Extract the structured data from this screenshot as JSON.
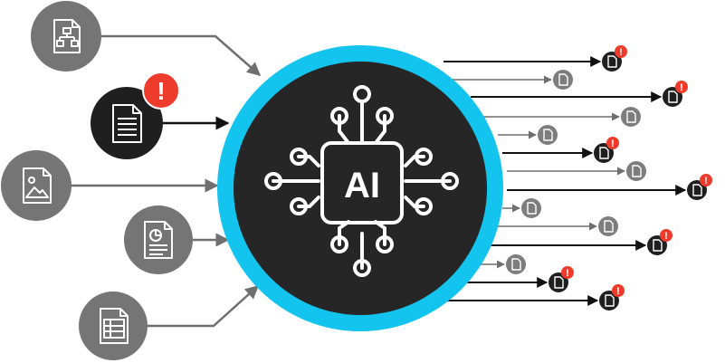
{
  "center": {
    "label": "AI",
    "icon": "ai-chip-icon",
    "ring_color": "#12C4EE",
    "core_color": "#262626"
  },
  "colors": {
    "input_gray": "#757575",
    "flagged_dark": "#1f1f1f",
    "alert_red": "#EE3B2B",
    "output_gray": "#7d7d7d",
    "line_gray": "#6f6f6f",
    "line_dark": "#111111"
  },
  "alert_mark": "!",
  "inputs": [
    {
      "name": "flowchart-document",
      "icon": "flowchart-document-icon",
      "flagged": false
    },
    {
      "name": "text-document",
      "icon": "text-document-icon",
      "flagged": true
    },
    {
      "name": "image-document",
      "icon": "image-document-icon",
      "flagged": false
    },
    {
      "name": "report-document",
      "icon": "pie-chart-document-icon",
      "flagged": false
    },
    {
      "name": "spreadsheet-document",
      "icon": "spreadsheet-document-icon",
      "flagged": false
    }
  ],
  "outputs": [
    {
      "flagged": true
    },
    {
      "flagged": false
    },
    {
      "flagged": true
    },
    {
      "flagged": false
    },
    {
      "flagged": false
    },
    {
      "flagged": true
    },
    {
      "flagged": false
    },
    {
      "flagged": true
    },
    {
      "flagged": false
    },
    {
      "flagged": false
    },
    {
      "flagged": true
    },
    {
      "flagged": false
    },
    {
      "flagged": true
    },
    {
      "flagged": true
    }
  ]
}
